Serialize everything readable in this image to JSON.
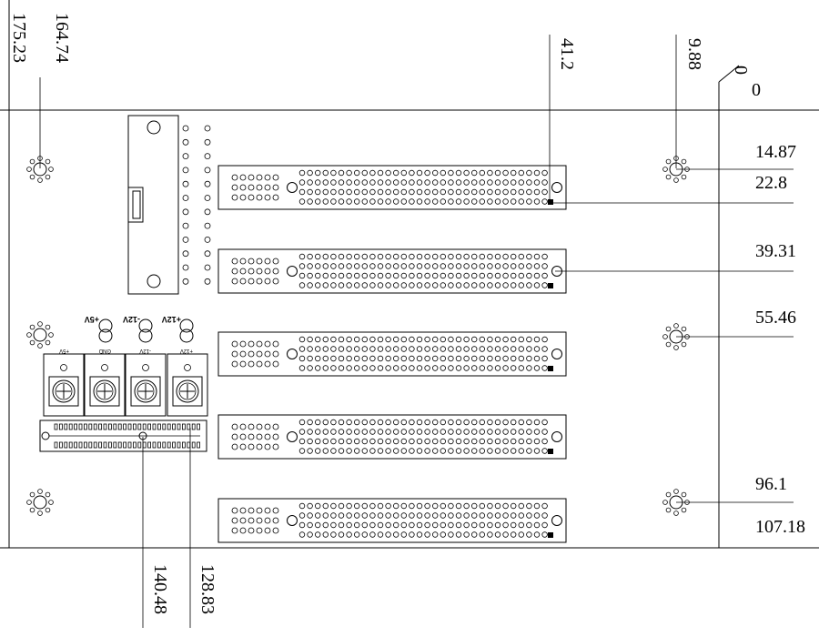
{
  "dimensions": {
    "top": [
      {
        "id": "x-175-23",
        "label": "175.23"
      },
      {
        "id": "x-164-74",
        "label": "164.74"
      },
      {
        "id": "x-41-2",
        "label": "41.2"
      },
      {
        "id": "x-9-88",
        "label": "9.88"
      },
      {
        "id": "x-0",
        "label": "0"
      }
    ],
    "right": [
      {
        "id": "y-0",
        "label": "0"
      },
      {
        "id": "y-14-87",
        "label": "14.87"
      },
      {
        "id": "y-22-8",
        "label": "22.8"
      },
      {
        "id": "y-39-31",
        "label": "39.31"
      },
      {
        "id": "y-55-46",
        "label": "55.46"
      },
      {
        "id": "y-96-1",
        "label": "96.1"
      },
      {
        "id": "y-107-18",
        "label": "107.18"
      }
    ],
    "bottom": [
      {
        "id": "x-140-48",
        "label": "140.48"
      },
      {
        "id": "x-128-83",
        "label": "128.83"
      }
    ]
  },
  "power_connectors": {
    "top_labels": [
      "+5V",
      "-12V",
      "+12V"
    ],
    "terminal_labels": [
      "+5V",
      "GND",
      "-12V",
      "+12V"
    ]
  },
  "slots": {
    "count": 5
  }
}
